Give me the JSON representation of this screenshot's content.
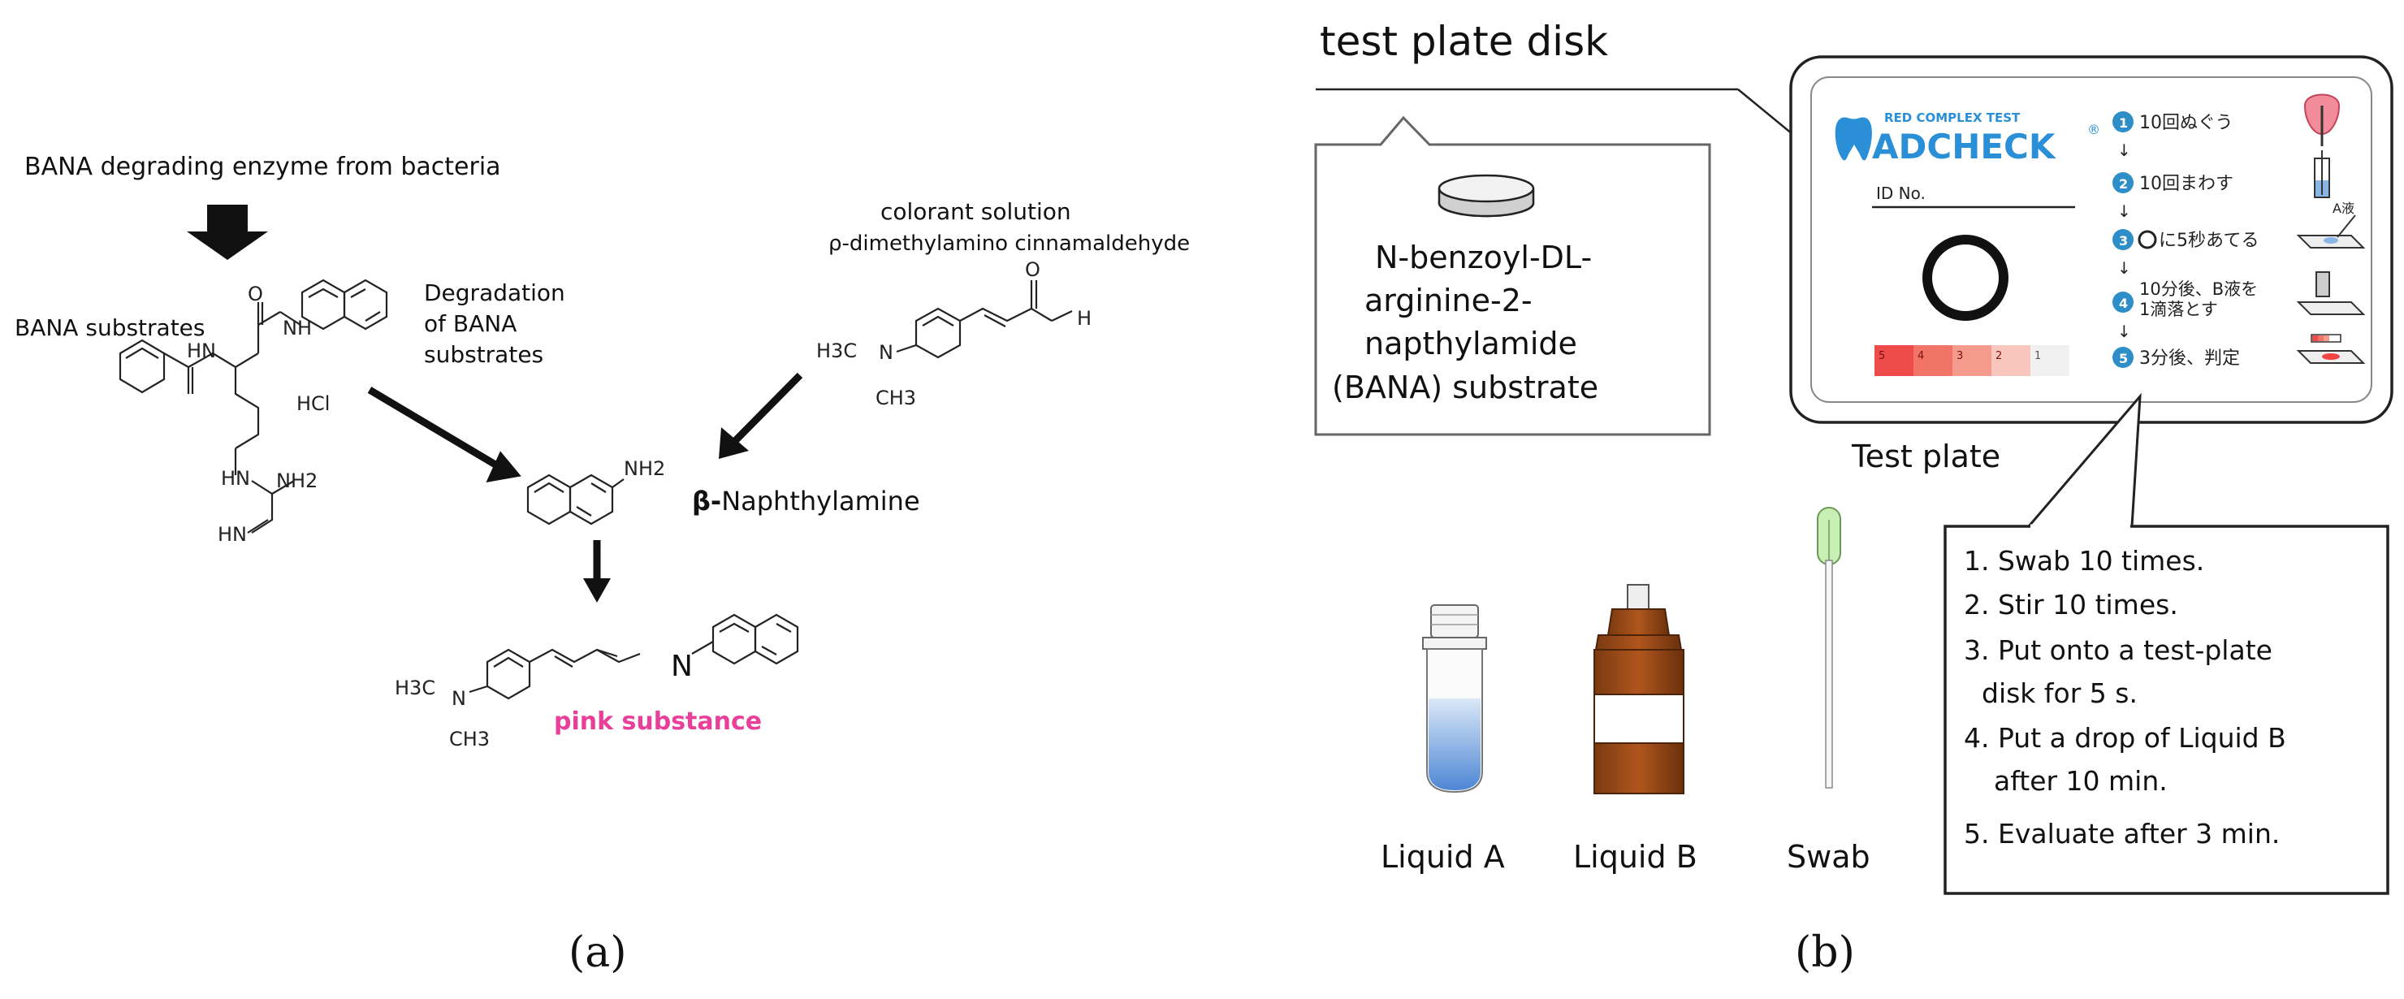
{
  "panel_a": {
    "enzyme_text": "BANA degrading enzyme from bacteria",
    "substrate_label": "BANA substrates",
    "degradation_line1": "Degradation",
    "degradation_line2": "of BANA",
    "degradation_line3": "substrates",
    "colorant_line1": "colorant solution",
    "colorant_line2": "ρ-dimethylamino cinnamaldehyde",
    "hcl": "HCl",
    "naphthylamine_label_bold": "β-",
    "naphthylamine_label_rest": "Naphthylamine",
    "pink_label": "pink substance",
    "atoms": {
      "hn1": "HN",
      "nh1": "NH",
      "hn2": "HN",
      "nh2_sub": "NH2",
      "hn3": "HN",
      "nh2_amine": "NH2",
      "h_ald": "H",
      "o_ald": "O",
      "h3c": "H3C",
      "n": "N",
      "ch3": "CH3",
      "h3c2": "H3C",
      "n2": "N",
      "ch3_2": "CH3",
      "n_imine": "N"
    },
    "caption": "(a)",
    "colors": {
      "pink": "#e8409a",
      "ink": "#111111"
    }
  },
  "panel_b": {
    "disk_title": "test plate disk",
    "disk_desc": [
      "N-benzoyl-DL-",
      "arginine-2-",
      "napthylamide",
      "(BANA) substrate"
    ],
    "plate_label": "Test plate",
    "brand_sub": "RED COMPLEX TEST",
    "brand": "ADCHECK",
    "registered": "®",
    "id_label": "ID No.",
    "scale": [
      "5",
      "4",
      "3",
      "2",
      "1"
    ],
    "steps_jp": [
      "10回ぬぐう",
      "10回まわす",
      "に5秒あてる",
      "10分後、B液を",
      "1滴落とす",
      "3分後、判定"
    ],
    "step_numbers": [
      "1",
      "2",
      "3",
      "4",
      "5"
    ],
    "arrow_glyph": "↓",
    "a_liquid_icon_label": "A液",
    "instructions": [
      "1. Swab 10 times.",
      "2. Stir 10 times.",
      "3. Put onto a test-plate",
      "disk for 5 s.",
      "4. Put a drop of Liquid B",
      "after 10 min.",
      "5. Evaluate after 3 min."
    ],
    "items": [
      "Liquid A",
      "Liquid B",
      "Swab"
    ],
    "caption": "(b)",
    "colors": {
      "step_circle": "#2e8fc8",
      "brand_blue": "#2a8fd6",
      "scale": [
        "#ee4b4b",
        "#f27468",
        "#f59b8e",
        "#f9c6bd",
        "#f1f1f1"
      ]
    }
  }
}
